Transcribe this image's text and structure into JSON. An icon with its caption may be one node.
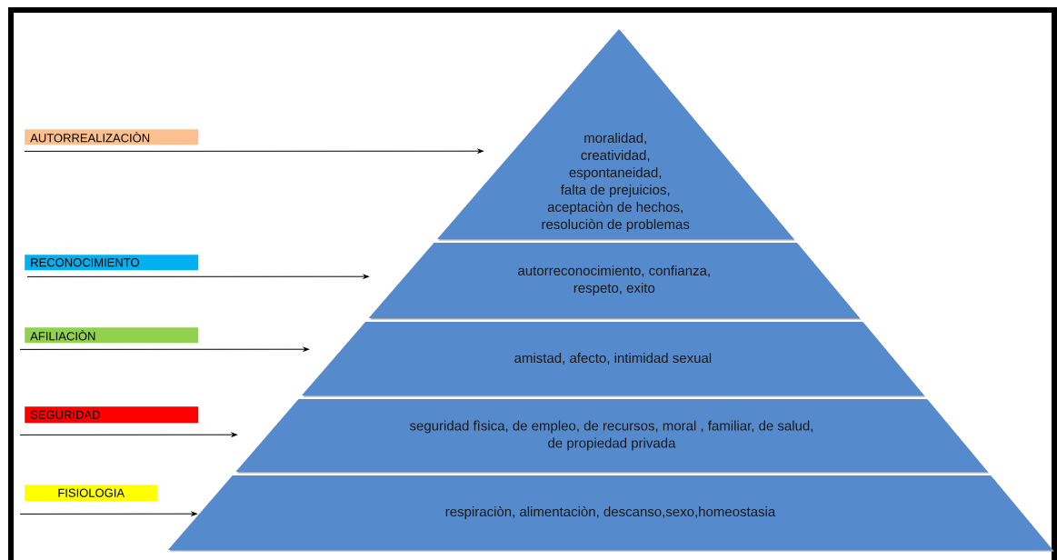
{
  "diagram": {
    "nodes": [
      {
        "text": [
          "AUTORREALIZACIÒN"
        ]
      },
      {
        "text": [
          "moralidad, creatividad, espontaneidad, falta de prejuicios, aceptaciòn de hechos, resoluciòn de problemas"
        ]
      },
      {
        "text": [
          "RECONOCIMIENTO"
        ]
      },
      {
        "text": [
          "autorreconocimiento, confianza, respeto, exito"
        ]
      },
      {
        "text": [
          "AFILIACIÒN"
        ]
      },
      {
        "text": [
          "amistad, afecto, intimidad sexual"
        ]
      },
      {
        "text": [
          "SEGURIDAD"
        ]
      },
      {
        "text": [
          "seguridad fìsica, de empleo, de recursos, moral , familiar, de salud, de propiedad privada"
        ]
      },
      {
        "text": [
          "FISIOLOGIA"
        ]
      },
      {
        "text": [
          "respiraciòn, alimentaciòn, descanso,sexo,homeostasia"
        ]
      }
    ],
    "edges": [
      {
        "from": 0,
        "to": 1,
        "arrow": "to"
      },
      {
        "from": 2,
        "to": 3,
        "arrow": "to"
      },
      {
        "from": 4,
        "to": 5,
        "arrow": "to"
      },
      {
        "from": 6,
        "to": 7,
        "arrow": "to"
      },
      {
        "from": 8,
        "to": 9,
        "arrow": "to"
      }
    ]
  }
}
